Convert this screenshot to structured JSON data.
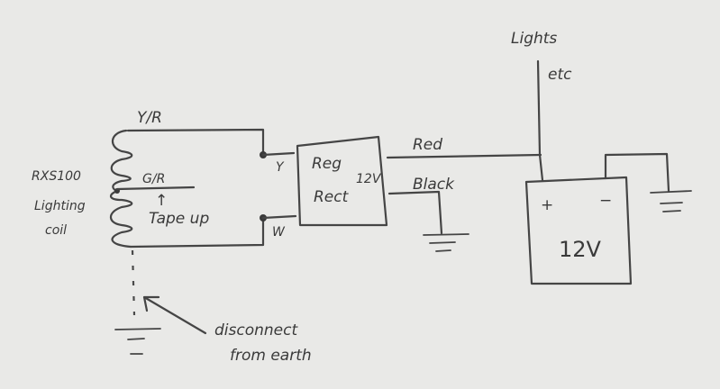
{
  "title": "RXS100 lighting coil wiring diagram",
  "coil": {
    "name_line1": "RXS100",
    "name_line2": "Lighting",
    "name_line3": "coil",
    "tap_top_wire": "Y/R",
    "tap_middle_wire": "G/R",
    "tap_middle_note": "Tape up"
  },
  "regulator": {
    "label_line1": "Reg",
    "label_line2": "Rect",
    "voltage": "12V",
    "input_y": "Y",
    "input_w": "W",
    "output_red": "Red",
    "output_black": "Black"
  },
  "battery": {
    "plus": "+",
    "minus": "−",
    "voltage": "12V"
  },
  "load": {
    "line1": "Lights",
    "line2": "etc"
  },
  "annotation": {
    "line1": "disconnect",
    "line2": "from earth"
  },
  "arrow_up_glyph": "↑"
}
